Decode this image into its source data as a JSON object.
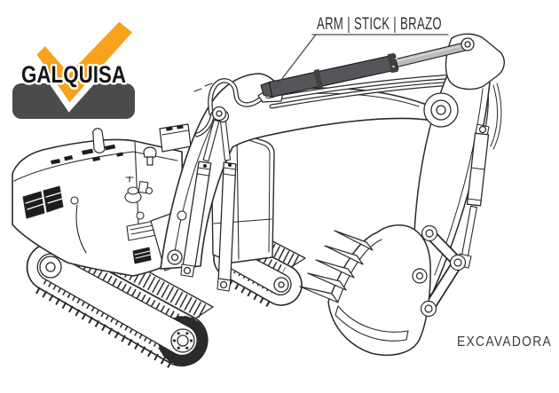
{
  "logo": {
    "brand": "GALQUISA",
    "icon": "checkmark-icon",
    "colors": {
      "check": "#F6A21C",
      "box": "#4B4B4D",
      "text": "#161616"
    }
  },
  "callout": {
    "label": "ARM | STICK | BRAZO",
    "color": "#2F2F2F",
    "points_to": "stick-cylinder"
  },
  "caption": {
    "text": "EXCAVADORA",
    "color": "#3A3A3A"
  },
  "drawing": {
    "subject": "excavator line drawing",
    "stroke": "#2A2A2A",
    "highlight": {
      "cylinder_body": "#55565A",
      "cylinder_collar": "#3F4044",
      "cylinder_rod": "#BABBBD",
      "rod_highlight": "#E8E8E8"
    }
  }
}
